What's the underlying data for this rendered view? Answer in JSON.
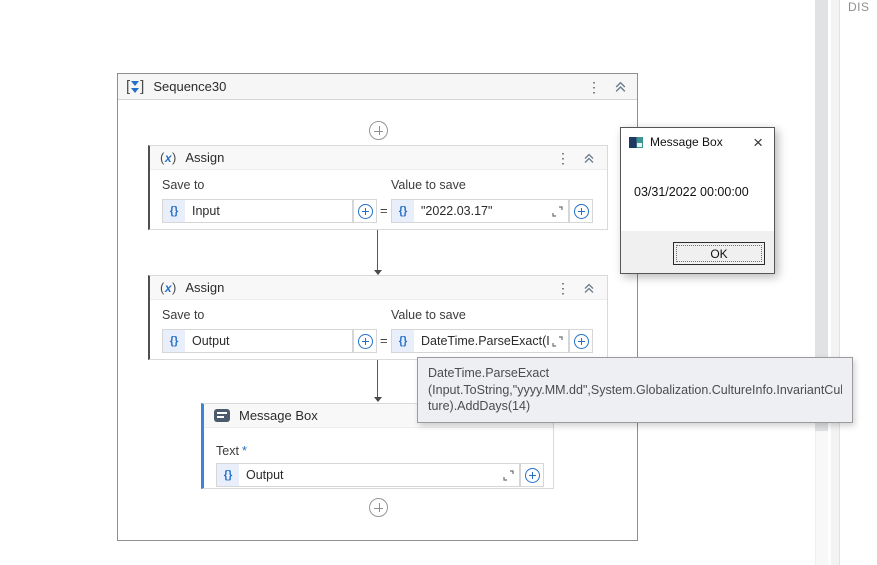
{
  "ui": {
    "brace_glyph": "{}",
    "kebab_glyph": "⋮",
    "equals": "="
  },
  "side_panel": {
    "header_text": "DIS"
  },
  "sequence": {
    "title": "Sequence30"
  },
  "a1": {
    "title": "Assign",
    "save_label": "Save to",
    "value_label": "Value to save",
    "save_value": "Input",
    "value_value": "\"2022.03.17\""
  },
  "a2": {
    "title": "Assign",
    "save_label": "Save to",
    "value_label": "Value to save",
    "save_value": "Output",
    "value_value": "DateTime.ParseExact(I"
  },
  "mb": {
    "title": "Message Box",
    "text_label": "Text",
    "required": "*",
    "value": "Output"
  },
  "dialog": {
    "title": "Message Box",
    "close": "×",
    "message": "03/31/2022 00:00:00",
    "ok": "OK"
  },
  "tooltip": {
    "lines": [
      "DateTime.ParseExact",
      "(Input.ToString,\"yyyy.MM.dd\",System.Globalization.CultureInfo.InvariantCul",
      "ture).AddDays(14)"
    ]
  },
  "colors": {
    "accent_blue": "#2470c8",
    "selected_activity_border": "#3a86d6",
    "assign_border": "#4f4f4f",
    "scrollbar_thumb": "#e0e2e4",
    "tooltip_bg": "#edeff3"
  }
}
